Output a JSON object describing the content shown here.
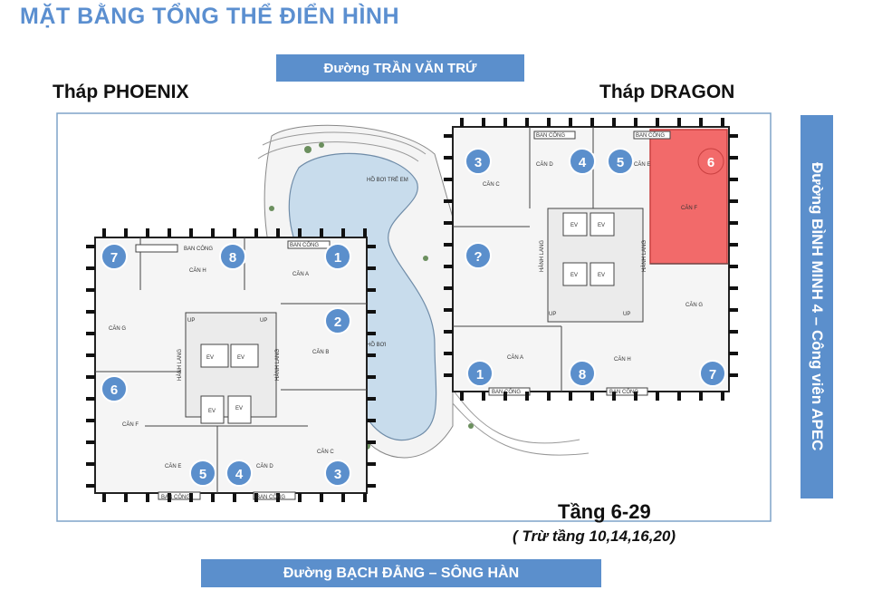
{
  "title": "MẶT BẰNG TỔNG THỂ ĐIỂN HÌNH",
  "roads": {
    "top": "Đường TRẦN VĂN TRỨ",
    "bottom": "Đường BẠCH ĐẰNG – SÔNG HÀN",
    "right": "Đường BÌNH MINH 4 – Công viên APEC"
  },
  "towers": {
    "phoenix": "Tháp PHOENIX",
    "dragon": "Tháp DRAGON"
  },
  "floor": {
    "label": "Tầng 6-29",
    "note": "( Trừ tầng 10,14,16,20)"
  },
  "pool": {
    "main": "HỒ BƠI",
    "kids": "HỒ BƠI TRẺ EM"
  },
  "phoenix": {
    "units": [
      "CĂN A",
      "CĂN B",
      "CĂN C",
      "CĂN D",
      "CĂN E",
      "CĂN F",
      "CĂN G",
      "CĂN H"
    ],
    "numbers": [
      "1",
      "2",
      "3",
      "4",
      "5",
      "6",
      "7",
      "8"
    ],
    "balcony": "BAN CÔNG",
    "corridor": "HÀNH LANG",
    "ev": "EV",
    "up": "UP"
  },
  "dragon": {
    "units": [
      "CĂN A",
      "CĂN C",
      "CĂN D",
      "CĂN E",
      "CĂN F",
      "CĂN G",
      "CĂN H"
    ],
    "numbers": [
      "1",
      "3",
      "4",
      "5",
      "6",
      "7",
      "8",
      "?"
    ],
    "balcony": "BAN CÔNG",
    "corridor": "HÀNH LANG",
    "ev": "EV",
    "up": "UP"
  },
  "colors": {
    "accent": "#5b8fcc",
    "highlight": "#f26a6a",
    "badge": "#5b8fcc"
  }
}
